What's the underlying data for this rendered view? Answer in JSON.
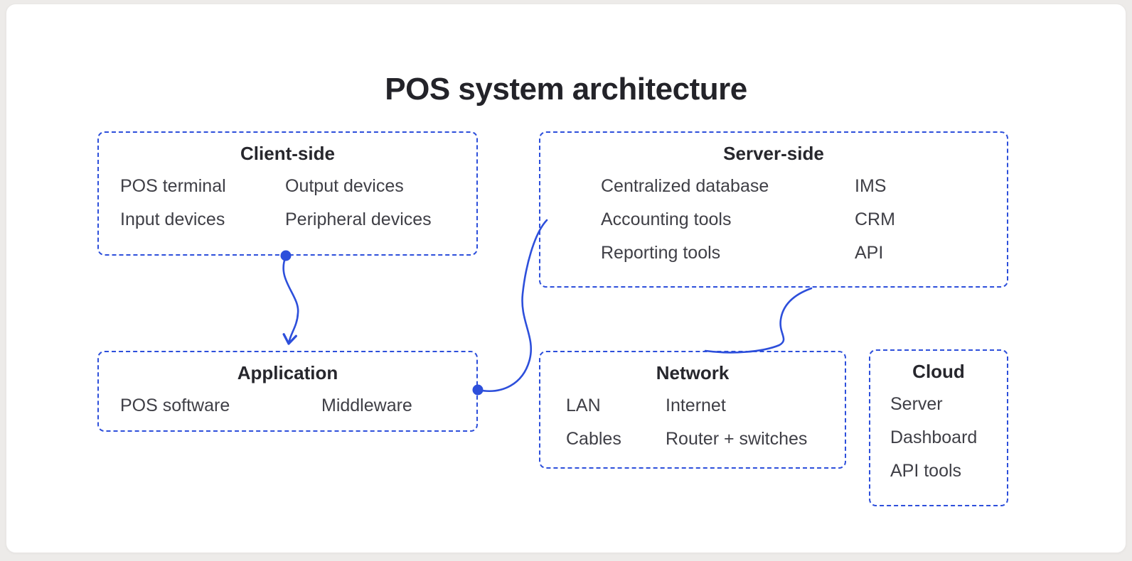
{
  "title": "POS system architecture",
  "colors": {
    "accent_blue": "#2d4fdb",
    "heading_text": "#27272d",
    "body_text": "#3f3f46",
    "card_background": "#ffffff",
    "page_background": "#edebe9"
  },
  "nodes": {
    "client": {
      "title": "Client-side",
      "items": [
        "POS terminal",
        "Input devices",
        "Output devices",
        "Peripheral devices"
      ]
    },
    "server": {
      "title": "Server-side",
      "items": [
        "Centralized database",
        "Accounting tools",
        "Reporting tools",
        "IMS",
        "CRM",
        "API"
      ]
    },
    "application": {
      "title": "Application",
      "items": [
        "POS software",
        "Middleware"
      ]
    },
    "network": {
      "title": "Network",
      "items": [
        "LAN",
        "Cables",
        "Internet",
        "Router + switches"
      ]
    },
    "cloud": {
      "title": "Cloud",
      "items": [
        "Server",
        "Dashboard",
        "API tools"
      ]
    }
  },
  "connections": [
    {
      "from": "client-side",
      "to": "application",
      "style": "curved-arrow-with-dot"
    },
    {
      "from": "application",
      "to": "server-side",
      "style": "curved-with-dot"
    },
    {
      "from": "server-side",
      "to": "network",
      "style": "curved"
    }
  ]
}
